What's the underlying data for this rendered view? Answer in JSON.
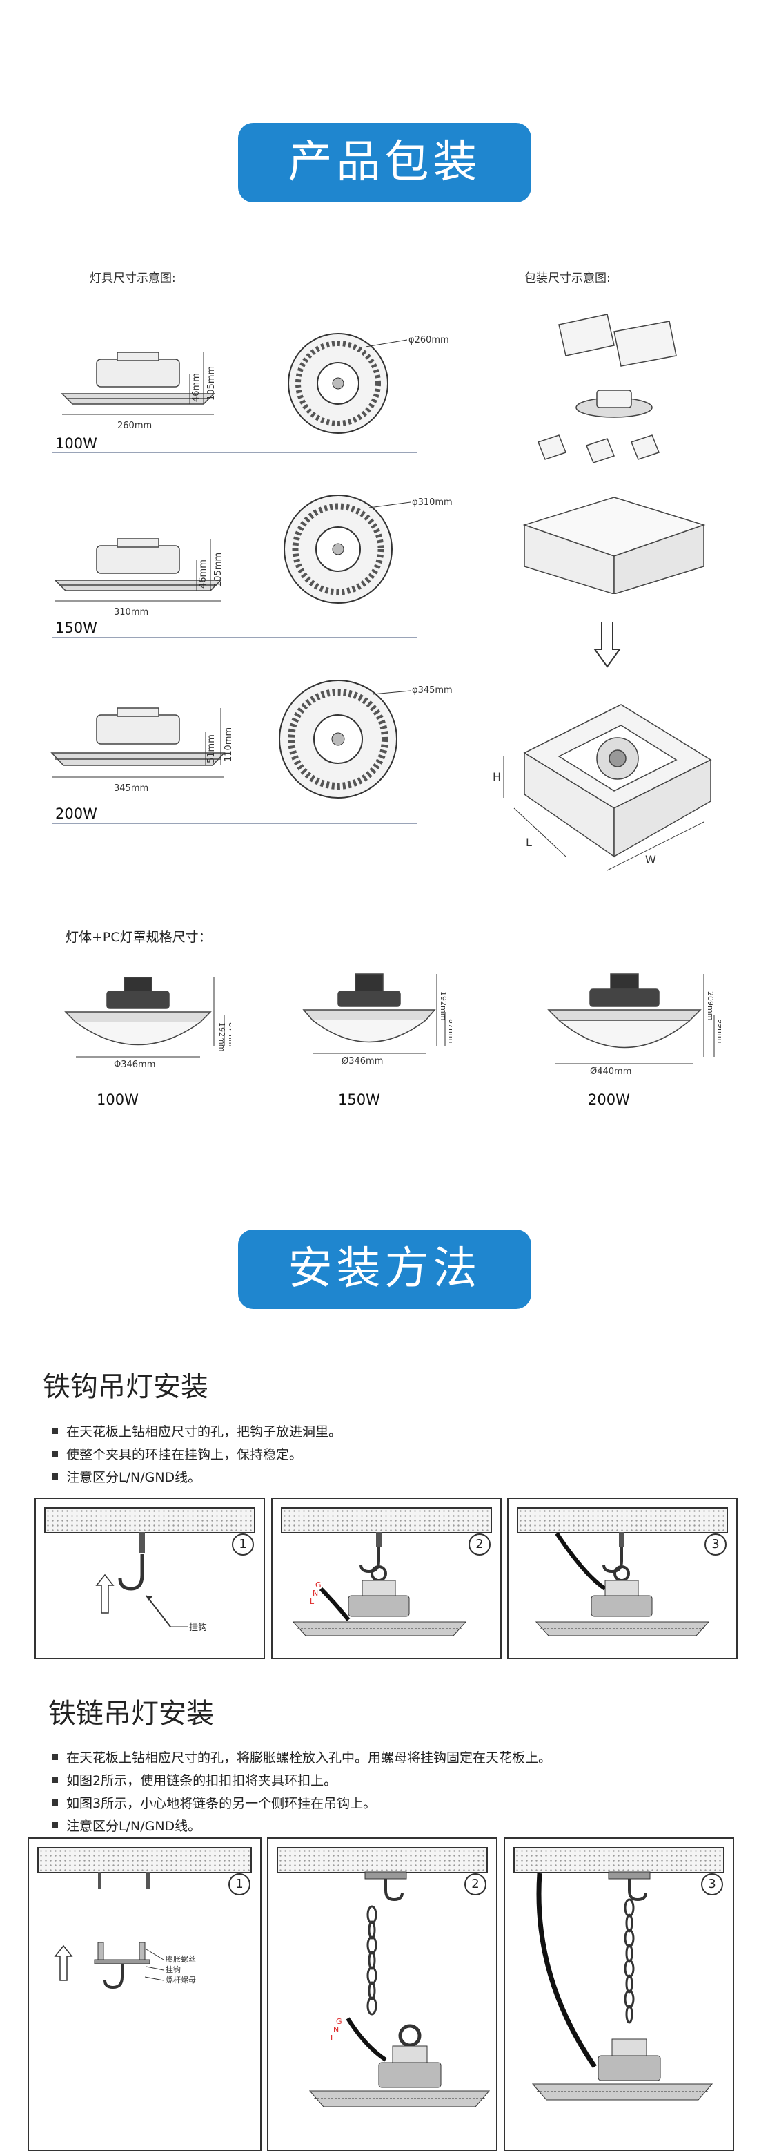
{
  "section1": {
    "title": "产品包装"
  },
  "lamp_dims_label": "灯具尺寸示意图:",
  "package_dims_label": "包装尺寸示意图:",
  "variants": [
    {
      "name": "100W",
      "width": "260mm",
      "dia": "φ260mm",
      "h1": "46mm",
      "h2": "105mm"
    },
    {
      "name": "150W",
      "width": "310mm",
      "dia": "φ310mm",
      "h1": "46mm",
      "h2": "105mm"
    },
    {
      "name": "200W",
      "width": "345mm",
      "dia": "φ345mm",
      "h1": "51mm",
      "h2": "110mm"
    }
  ],
  "box_labels": {
    "h": "H",
    "l": "L",
    "w": "W"
  },
  "pc_label": "灯体+PC灯罩规格尺寸：",
  "pc_variants": [
    {
      "name": "100W",
      "dia": "Φ346mm",
      "h_total": "192mm",
      "h_cover": "87mm"
    },
    {
      "name": "150W",
      "dia": "Ø346mm",
      "h_total": "192mm",
      "h_cover": "87mm"
    },
    {
      "name": "200W",
      "dia": "Ø440mm",
      "h_total": "209mm",
      "h_cover": "99mm"
    }
  ],
  "section2": {
    "title": "安装方法"
  },
  "hook_install": {
    "title": "铁钩吊灯安装",
    "bullets": [
      "在天花板上钻相应尺寸的孔，把钩子放进洞里。",
      "使整个夹具的环挂在挂钩上，保持稳定。",
      "注意区分L/N/GND线。"
    ],
    "steps": [
      "1",
      "2",
      "3"
    ],
    "hook_caption": "挂钩",
    "wire_labels": [
      "G",
      "N",
      "L"
    ]
  },
  "chain_install": {
    "title": "铁链吊灯安装",
    "bullets": [
      "在天花板上钻相应尺寸的孔，将膨胀螺栓放入孔中。用螺母将挂钩固定在天花板上。",
      "如图2所示，使用链条的扣扣扣将夹具环扣上。",
      "如图3所示，小心地将链条的另一个侧环挂在吊钩上。",
      "注意区分L/N/GND线。"
    ],
    "steps": [
      "1",
      "2",
      "3"
    ],
    "parts": [
      "膨胀螺丝",
      "挂钩",
      "螺杆螺母"
    ],
    "wire_labels": [
      "G",
      "N",
      "L"
    ]
  }
}
